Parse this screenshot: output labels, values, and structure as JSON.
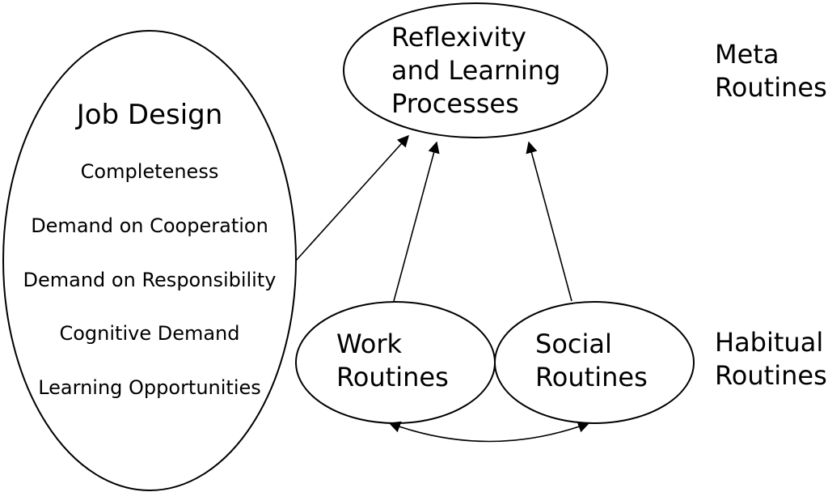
{
  "job_design": {
    "title": "Job Design",
    "items": [
      "Completeness",
      "Demand on Cooperation",
      "Demand on Responsibility",
      "Cognitive Demand",
      "Learning Opportunities"
    ]
  },
  "reflexivity": {
    "lines": [
      "Reflexivity",
      "and Learning",
      "Processes"
    ]
  },
  "work_routines": {
    "lines": [
      "Work",
      "Routines"
    ]
  },
  "social_routines": {
    "lines": [
      "Social",
      "Routines"
    ]
  },
  "levels": {
    "meta": [
      "Meta",
      "Routines"
    ],
    "habitual": [
      "Habitual",
      "Routines"
    ]
  }
}
